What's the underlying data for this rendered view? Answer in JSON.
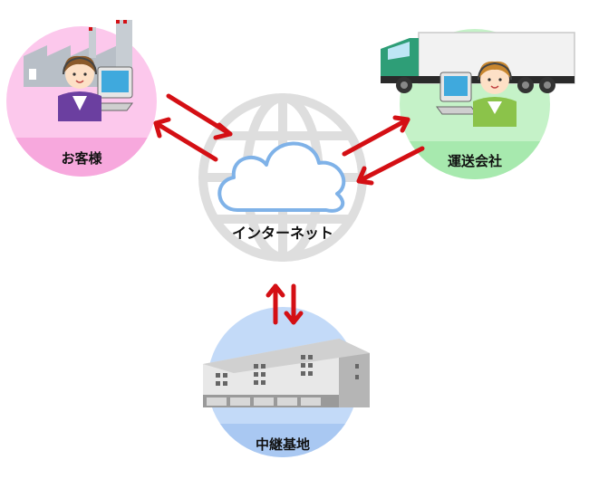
{
  "nodes": {
    "customer": {
      "label": "お客様",
      "circle_color": "#fcc8ec",
      "band_color": "#f7a8dd"
    },
    "carrier": {
      "label": "運送会社",
      "circle_color": "#c5f2c8",
      "band_color": "#a7e9ae"
    },
    "hub": {
      "label": "中継基地",
      "circle_color": "#c3daf8",
      "band_color": "#a9c8f2"
    },
    "internet": {
      "label": "インターネット",
      "globe_color": "#dedede",
      "cloud_color": "#7fb2e8"
    }
  },
  "colors": {
    "arrow": "#d40f14",
    "factory": "#b8bfc7",
    "truck_cab": "#2e9e77",
    "truck_trailer": "#f2f2f2",
    "building": "#e8e8e8"
  },
  "icons": [
    "factory-icon",
    "operator-woman-icon",
    "computer-icon",
    "truck-icon",
    "warehouse-icon",
    "globe-icon",
    "cloud-icon",
    "arrow-icon"
  ]
}
